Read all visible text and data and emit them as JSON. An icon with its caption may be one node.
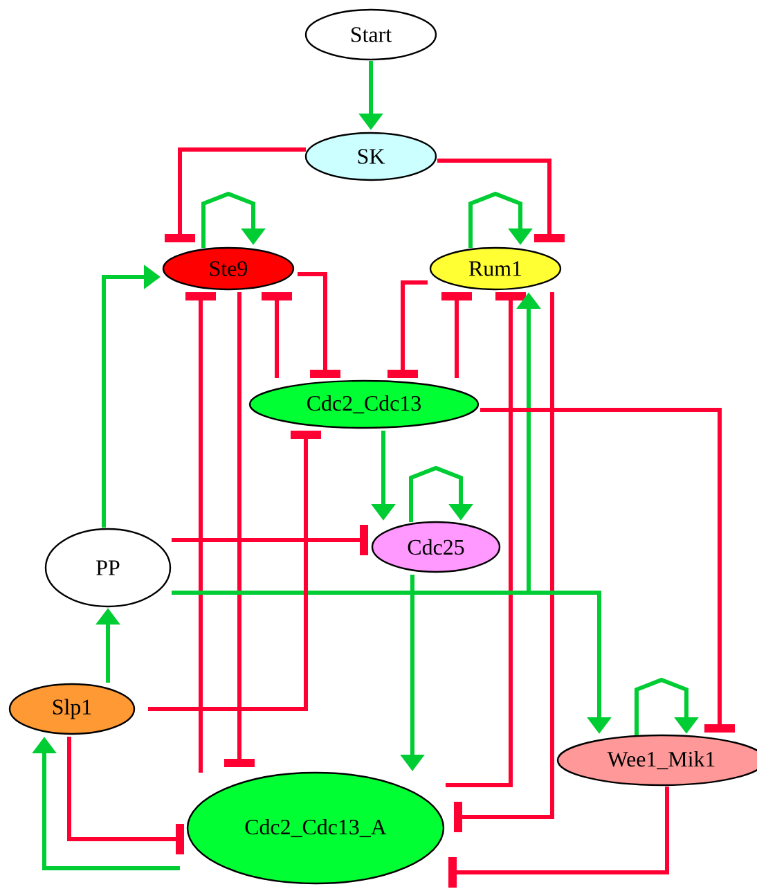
{
  "diagram": {
    "nodes": [
      {
        "text": [
          "Start"
        ]
      },
      {
        "text": [
          "SK"
        ]
      },
      {
        "text": [
          "Ste9"
        ]
      },
      {
        "text": [
          "Rum1"
        ]
      },
      {
        "text": [
          "Cdc2_Cdc13"
        ]
      },
      {
        "text": [
          "Cdc25"
        ]
      },
      {
        "text": [
          "PP"
        ]
      },
      {
        "text": [
          "Slp1"
        ]
      },
      {
        "text": [
          "Wee1_Mik1"
        ]
      },
      {
        "text": [
          "Cdc2_Cdc13_A"
        ]
      }
    ],
    "edges": [
      {
        "from": 0,
        "to": 1,
        "arrow": "to",
        "color": "#00cc33"
      },
      {
        "from": 1,
        "to": 2,
        "arrow": "other"
      },
      {
        "from": 1,
        "to": 3,
        "arrow": "other"
      },
      {
        "from": 2,
        "to": 2,
        "arrow": "to",
        "color": "#00cc33"
      },
      {
        "from": 3,
        "to": 3,
        "arrow": "to",
        "color": "#00cc33"
      },
      {
        "from": 2,
        "to": 4,
        "arrow": "other"
      },
      {
        "from": 3,
        "to": 4,
        "arrow": "other"
      },
      {
        "from": 4,
        "to": 2,
        "arrow": "other"
      },
      {
        "from": 4,
        "to": 3,
        "arrow": "other"
      },
      {
        "from": 9,
        "to": 2,
        "arrow": "other"
      },
      {
        "from": 2,
        "to": 9,
        "arrow": "other"
      },
      {
        "from": 9,
        "to": 3,
        "arrow": "other"
      },
      {
        "from": 3,
        "to": 9,
        "arrow": "other"
      },
      {
        "from": 6,
        "to": 2,
        "arrow": "to",
        "color": "#00cc33"
      },
      {
        "from": 6,
        "to": 3,
        "arrow": "to",
        "color": "#00cc33"
      },
      {
        "from": 6,
        "to": 8,
        "arrow": "to",
        "color": "#00cc33"
      },
      {
        "from": 6,
        "to": 5,
        "arrow": "other"
      },
      {
        "from": 4,
        "to": 5,
        "arrow": "to",
        "color": "#00cc33"
      },
      {
        "from": 5,
        "to": 5,
        "arrow": "to",
        "color": "#00cc33"
      },
      {
        "from": 5,
        "to": 9,
        "arrow": "to",
        "color": "#00cc33"
      },
      {
        "from": 4,
        "to": 8,
        "arrow": "other"
      },
      {
        "from": 8,
        "to": 8,
        "arrow": "to",
        "color": "#00cc33"
      },
      {
        "from": 8,
        "to": 9,
        "arrow": "other"
      },
      {
        "from": 7,
        "to": 6,
        "arrow": "to",
        "color": "#00cc33"
      },
      {
        "from": 7,
        "to": 4,
        "arrow": "other"
      },
      {
        "from": 7,
        "to": 9,
        "arrow": "other"
      },
      {
        "from": 9,
        "to": 7,
        "arrow": "to",
        "color": "#00cc33"
      }
    ]
  }
}
